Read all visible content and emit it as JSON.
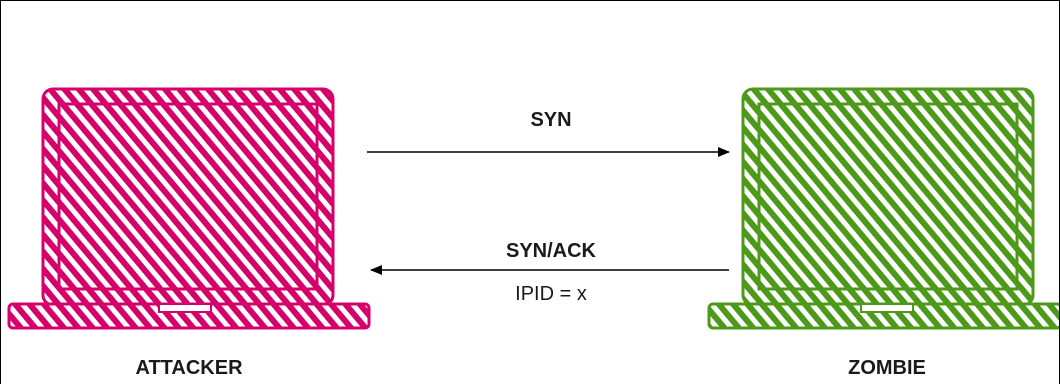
{
  "nodes": {
    "attacker": {
      "label": "ATTACKER",
      "color": "#d6006b"
    },
    "zombie": {
      "label": "ZOMBIE",
      "color": "#4d9a1a"
    }
  },
  "messages": {
    "syn": {
      "label": "SYN",
      "direction": "attacker-to-zombie"
    },
    "synack": {
      "label": "SYN/ACK",
      "sublabel": "IPID = x",
      "direction": "zombie-to-attacker"
    }
  }
}
